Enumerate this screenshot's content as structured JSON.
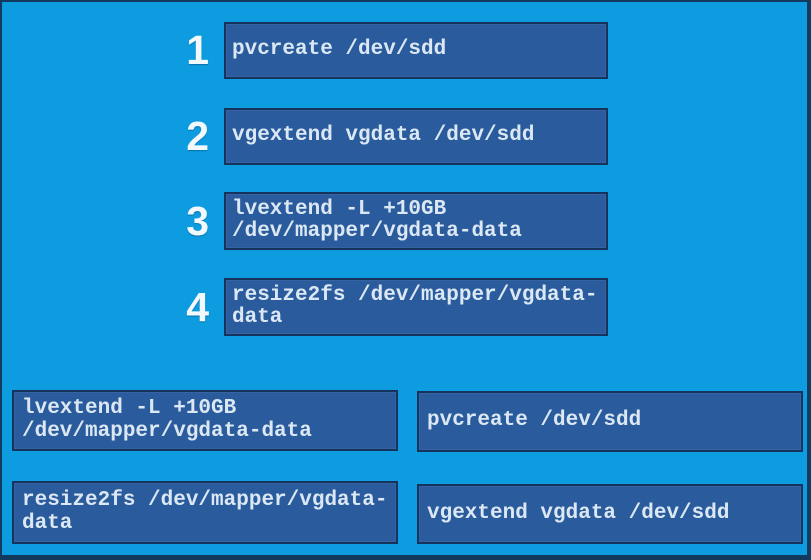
{
  "colors": {
    "background": "#0d9cdf",
    "tile_fill": "#2a5b9d",
    "tile_border": "#15335c",
    "frame_border": "#123a5f",
    "command_text": "#dbe8f4",
    "number_text": "#f2f9fe"
  },
  "sequence_slots": [
    {
      "number": "1",
      "command": "pvcreate /dev/sdd"
    },
    {
      "number": "2",
      "command": "vgextend vgdata /dev/sdd"
    },
    {
      "number": "3",
      "command": "lvextend -L +10GB\n/dev/mapper/vgdata-data"
    },
    {
      "number": "4",
      "command": "resize2fs /dev/mapper/vgdata-\ndata"
    }
  ],
  "command_bank": [
    {
      "command": "lvextend -L +10GB\n/dev/mapper/vgdata-data"
    },
    {
      "command": "pvcreate /dev/sdd"
    },
    {
      "command": "resize2fs /dev/mapper/vgdata-\ndata"
    },
    {
      "command": "vgextend vgdata /dev/sdd"
    }
  ]
}
